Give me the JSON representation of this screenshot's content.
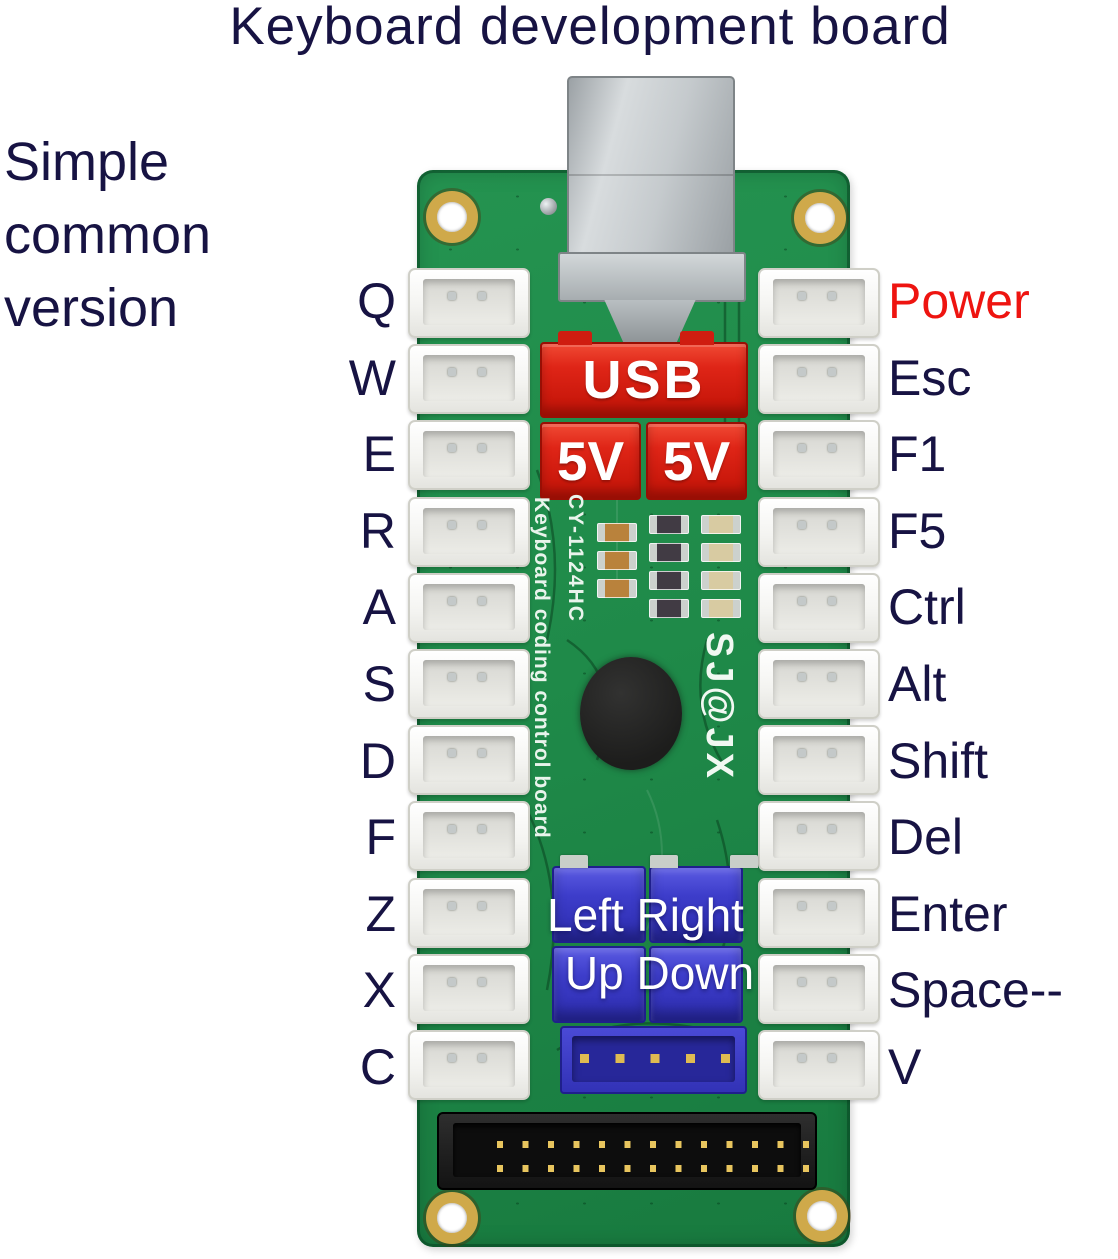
{
  "title": "Keyboard development board",
  "variant_note": {
    "lines": [
      "Simple",
      "common",
      "version"
    ]
  },
  "left_key_labels": [
    "Q",
    "W",
    "E",
    "R",
    "A",
    "S",
    "D",
    "F",
    "Z",
    "X",
    "C"
  ],
  "right_key_labels": [
    "Power",
    "Esc",
    "F1",
    "F5",
    "Ctrl",
    "Alt",
    "Shift",
    "Del",
    "Enter",
    "Space--",
    "V"
  ],
  "board": {
    "model": "CY-1124HC",
    "silkscreen_title": "Keyboard coding control board",
    "brand": "SJ@JX",
    "usb_header_label": "USB",
    "power_5v_labels": [
      "5V",
      "5V"
    ],
    "direction_labels": [
      "Left Right",
      "Up Down"
    ]
  },
  "colors": {
    "background": "#ffffff",
    "label_ink": "#171343",
    "power_label": "#ee1410",
    "pcb_green": "#1f8a49",
    "connector_red": "#df2517",
    "connector_blue": "#3d3dca"
  }
}
